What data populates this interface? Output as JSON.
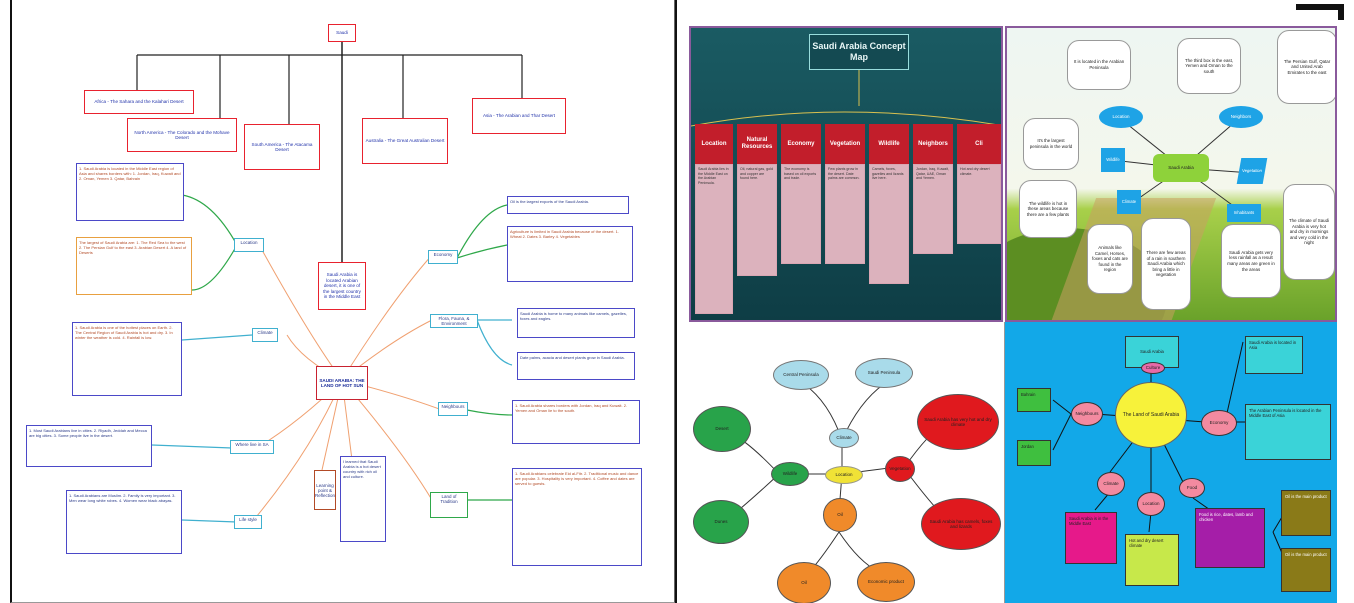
{
  "left_map": {
    "top_label": "Saudi",
    "regions": [
      "Africa - The Sahara and the Kalahari Desert",
      "North America - The Colorado and the Mohave Desert",
      "South America - The Atacama Desert",
      "Australia - The Great Australian Desert",
      "Asia - The Arabian and Thar Desert"
    ],
    "center_text": "Saudi Arabia is located Arabian desert, it is one of the largest country in the Middle East",
    "main_node": "SAUDI ARABIA: THE LAND OF HOT SUN",
    "branches": [
      "Location",
      "Climate",
      "Where live in SA",
      "Life style",
      "Economy",
      "Flora, Fauna, & Environment",
      "Neighbours",
      "Land of Tradition",
      "Learning point & Reflection"
    ],
    "details": {
      "location_a": "1. Saudi Arabia is located in the Middle East region of Asia and shares borders with: 1. Jordan, Iraq, Kuwait and 2. Oman, Yemen 3. Qatar, Bahrain",
      "location_b": "The largest of Saudi Arabia are: 1. The Red Sea to the west 2. The Persian Gulf to the east 3. Arabian Desert 4. A land of Deserts",
      "climate": "1. Saudi Arabia is one of the hottest places on Earth. 2. The Central Region of Saudi Arabia is hot and dry. 3. In winter the weather is cold. 4. Rainfall is low.",
      "where_live": "1. Most Saudi Arabians live in cities. 2. Riyadh, Jeddah and Mecca are big cities. 3. Some people live in the desert.",
      "life_style": "1. Saudi Arabians are Muslim. 2. Family is very important. 3. Men wear long white robes. 4. Women wear black abayas.",
      "economy_a": "Oil is the largest exports of the Saudi Arabia.",
      "economy_b": "Agriculture is limited in Saudi Arabia because of the desert. 1. Wheat 2. Dates 3. Barley 4. Vegetables",
      "flora": "Saudi Arabia is home to many animals like camels, gazelles, foxes and eagles.",
      "flora_b": "Date palms, acacia and desert plants grow in Saudi Arabia.",
      "neighbours": "1. Saudi Arabia shares borders with Jordan, Iraq and Kuwait. 2. Yemen and Oman lie to the south.",
      "tradition": "1. Saudi Arabians celebrate Eid al-Fitr. 2. Traditional music and dance are popular. 3. Hospitality is very important. 4. Coffee and dates are served to guests.",
      "reflection": "I learned that Saudi Arabia is a hot desert country with rich oil and culture."
    }
  },
  "concept_map": {
    "title": "Saudi Arabia Concept Map",
    "columns": [
      {
        "head": "Location",
        "body": "Saudi Arabia lies in the Middle East on the Arabian Peninsula."
      },
      {
        "head": "Natural Resources",
        "body": "Oil, natural gas, gold and copper are found here."
      },
      {
        "head": "Economy",
        "body": "The economy is based on oil exports and trade."
      },
      {
        "head": "Vegetation",
        "body": "Few plants grow in the desert. Date palms are common."
      },
      {
        "head": "Wildlife",
        "body": "Camels, foxes, gazelles and lizards live here."
      },
      {
        "head": "Neighbors",
        "body": "Jordan, Iraq, Kuwait, Qatar, UAE, Oman and Yemen."
      },
      {
        "head": "Cli",
        "body": "Hot and dry desert climate."
      }
    ]
  },
  "cloud_map": {
    "nodes": [
      "Location",
      "Neighbors",
      "Wildlife",
      "Vegetation",
      "Climate",
      "Inhabitants",
      "Saudi Arabia"
    ],
    "notes": [
      "It is located in the Arabian Peninsula",
      "The third box is the east, Yemen and Oman to the south",
      "The Persian Gulf, Qatar and United Arab Emirates to the east",
      "It's the largest peninsula in the world",
      "The wildlife is hot in these areas because there are a few plants",
      "Animals like Camel, Horses, foxes and cats are found in the region",
      "There are few areas of a rain in southern Saudi Arabia which bring a little in vegetation",
      "Saudi Arabia gets very less rainfall as a result many areas are green in the areas",
      "The climate of Saudi Arabia is very hot and dry in mornings and very cold in the night"
    ]
  },
  "bubble_map": {
    "center": "Location",
    "nodes": [
      "Central Peninsula",
      "Saudi Peninsula",
      "Climate",
      "Wildlife",
      "Desert",
      "Dunes",
      "Vegetation",
      "Oil",
      "Economic product"
    ],
    "red_a": "Saudi Arabia has very hot and dry climate",
    "red_b": "Saudi Arabia has camels, foxes and lizards"
  },
  "cyan_map": {
    "center": "The Land of Saudi Arabia",
    "nodes": [
      "Saudi Arabia",
      "Neighbours",
      "Economy",
      "Climate",
      "Location",
      "Culture",
      "Food"
    ],
    "notes": [
      "Saudi Arabia is located in Asia",
      "The Arabian Peninsula is located in the Middle East of Asia",
      "Bahrain",
      "Jordan",
      "Saudi Arabia is in the Middle East",
      "Hot and dry desert climate",
      "Food is rice, dates, lamb and chicken",
      "Oil is the main product"
    ]
  }
}
